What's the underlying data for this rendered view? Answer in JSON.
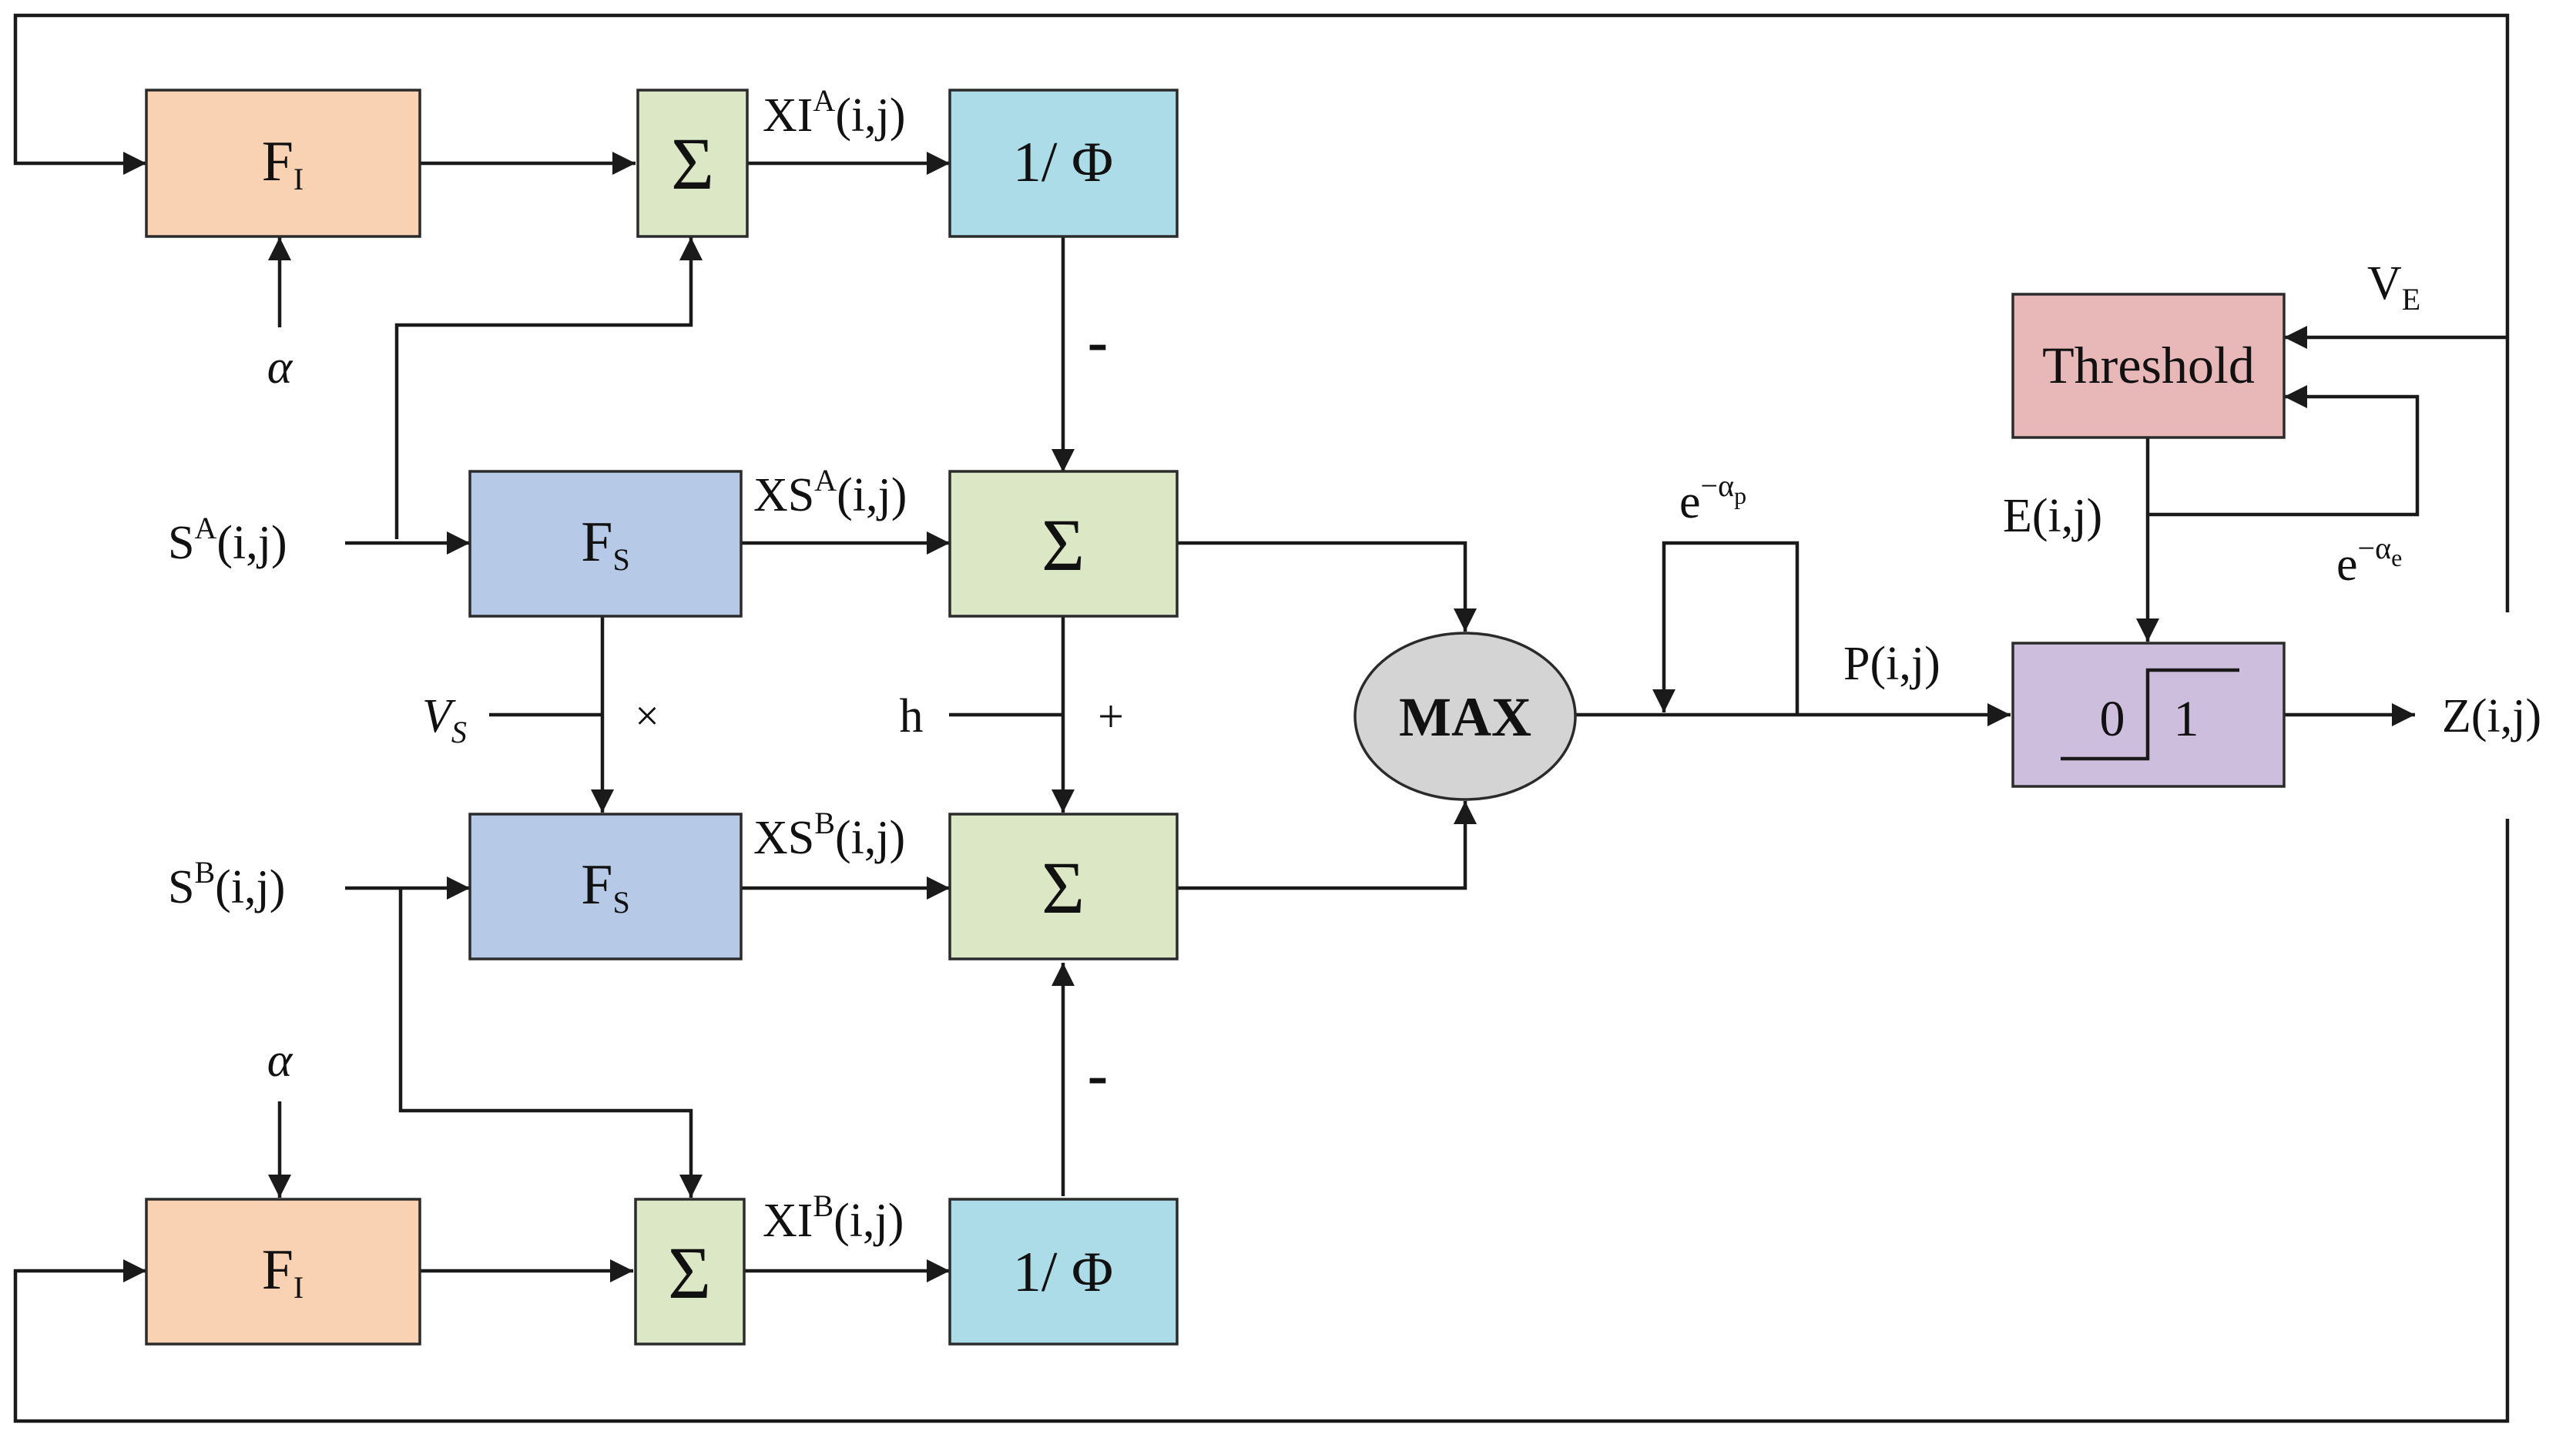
{
  "colors": {
    "fi_fill": "#f9d2b3",
    "sum_fill": "#dce8c5",
    "phi_fill": "#acdce8",
    "fs_fill": "#b6c9e6",
    "max_fill": "#d4d4d4",
    "threshold_fill": "#e8b7b8",
    "step_fill": "#cdbedd",
    "line": "#1a1a1a"
  },
  "blocks": {
    "fi_top": {
      "main": "F",
      "sub": "I"
    },
    "fi_bottom": {
      "main": "F",
      "sub": "I"
    },
    "sum": "Σ",
    "phi_top": "1/ Φ",
    "phi_bottom": "1/ Φ",
    "fs_top": {
      "main": "F",
      "sub": "S"
    },
    "fs_bottom": {
      "main": "F",
      "sub": "S"
    },
    "max": "MAX",
    "threshold": "Threshold",
    "step": {
      "low": "0",
      "high": "1"
    }
  },
  "labels": {
    "xia": {
      "main": "XI",
      "sup": "A",
      "tail": "(i,j)"
    },
    "xib": {
      "main": "XI",
      "sup": "B",
      "tail": "(i,j)"
    },
    "xsa": {
      "main": "XS",
      "sup": "A",
      "tail": "(i,j)"
    },
    "xsb": {
      "main": "XS",
      "sup": "B",
      "tail": "(i,j)"
    },
    "sa": {
      "main": "S",
      "sup": "A",
      "tail": "(i,j)"
    },
    "sb": {
      "main": "S",
      "sup": "B",
      "tail": "(i,j)"
    },
    "alpha_top": "α",
    "alpha_bottom": "α",
    "vs": {
      "main": "V",
      "sub": "S"
    },
    "times": "×",
    "h": "h",
    "plus": "+",
    "minus_top": "-",
    "minus_bottom": "-",
    "ap": {
      "base": "e",
      "sup_minus": "−",
      "sup_alpha": "α",
      "sup_sub": "p"
    },
    "ae": {
      "base": "e",
      "sup_minus": "−",
      "sup_alpha": "α",
      "sup_sub": "e"
    },
    "ve": {
      "main": "V",
      "sub": "E"
    },
    "eij": "E(i,j)",
    "pij": "P(i,j)",
    "zij": "Z(i,j)"
  }
}
